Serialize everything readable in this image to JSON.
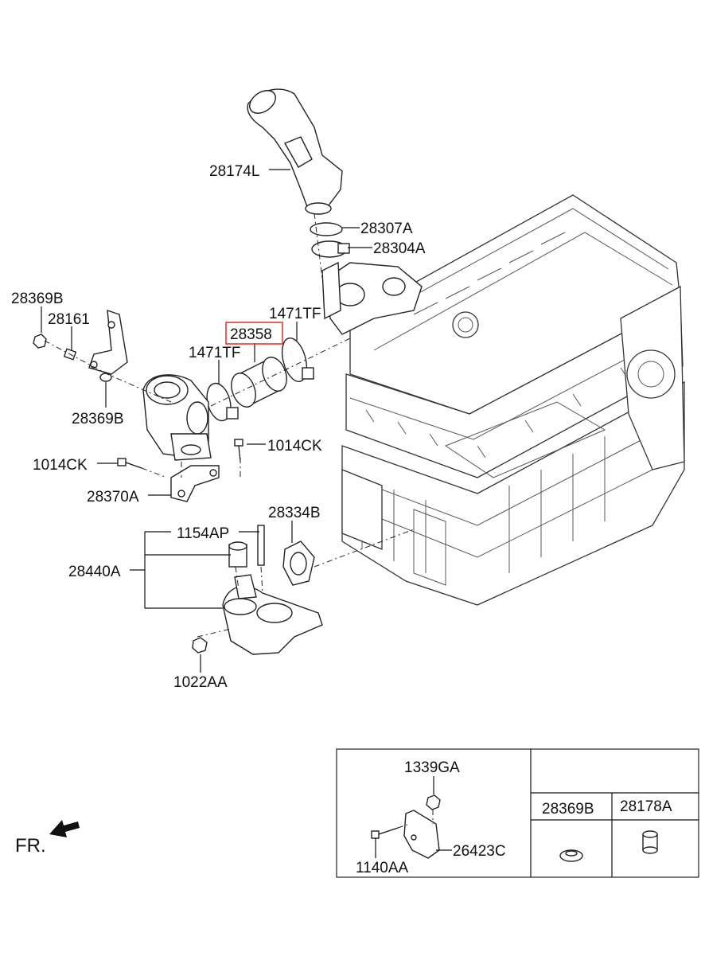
{
  "parts": {
    "p28174L": "28174L",
    "p28307A": "28307A",
    "p28304A": "28304A",
    "p28369B_top": "28369B",
    "p28161": "28161",
    "p1471TF_right": "1471TF",
    "p28358": "28358",
    "p1471TF_left": "1471TF",
    "p28369B_mid": "28369B",
    "p1014CK_right": "1014CK",
    "p1014CK_left": "1014CK",
    "p28370A": "28370A",
    "p28334B": "28334B",
    "p1154AP": "1154AP",
    "p28440A": "28440A",
    "p1022AA": "1022AA"
  },
  "inset": {
    "p1339GA": "1339GA",
    "p1140AA": "1140AA",
    "p26423C": "26423C",
    "p28369B": "28369B",
    "p28178A": "28178A"
  },
  "direction": "FR.",
  "highlight_color": "#e53935"
}
